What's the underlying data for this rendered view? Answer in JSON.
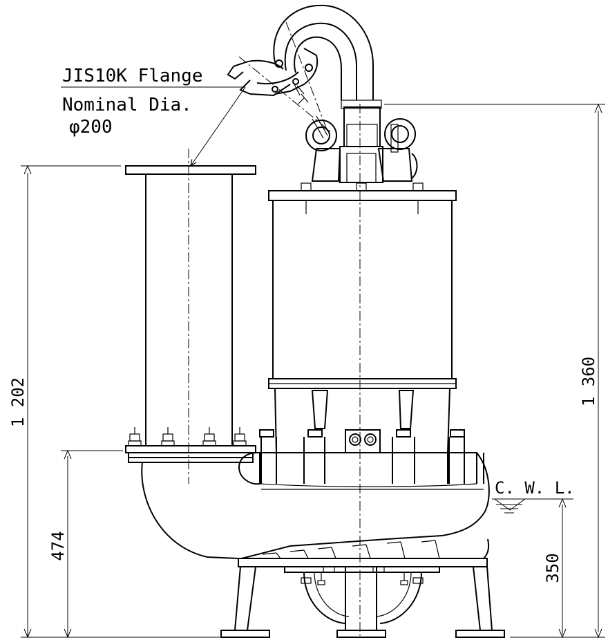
{
  "labels": {
    "flange_line1": "JIS10K Flange",
    "flange_line2": "Nominal Dia.",
    "flange_line3": "φ200",
    "cwl": "C. W. L."
  },
  "dimensions": {
    "overall_height": "1 360",
    "discharge_height": "1 202",
    "flange_level": "474",
    "cwl_level": "350"
  }
}
